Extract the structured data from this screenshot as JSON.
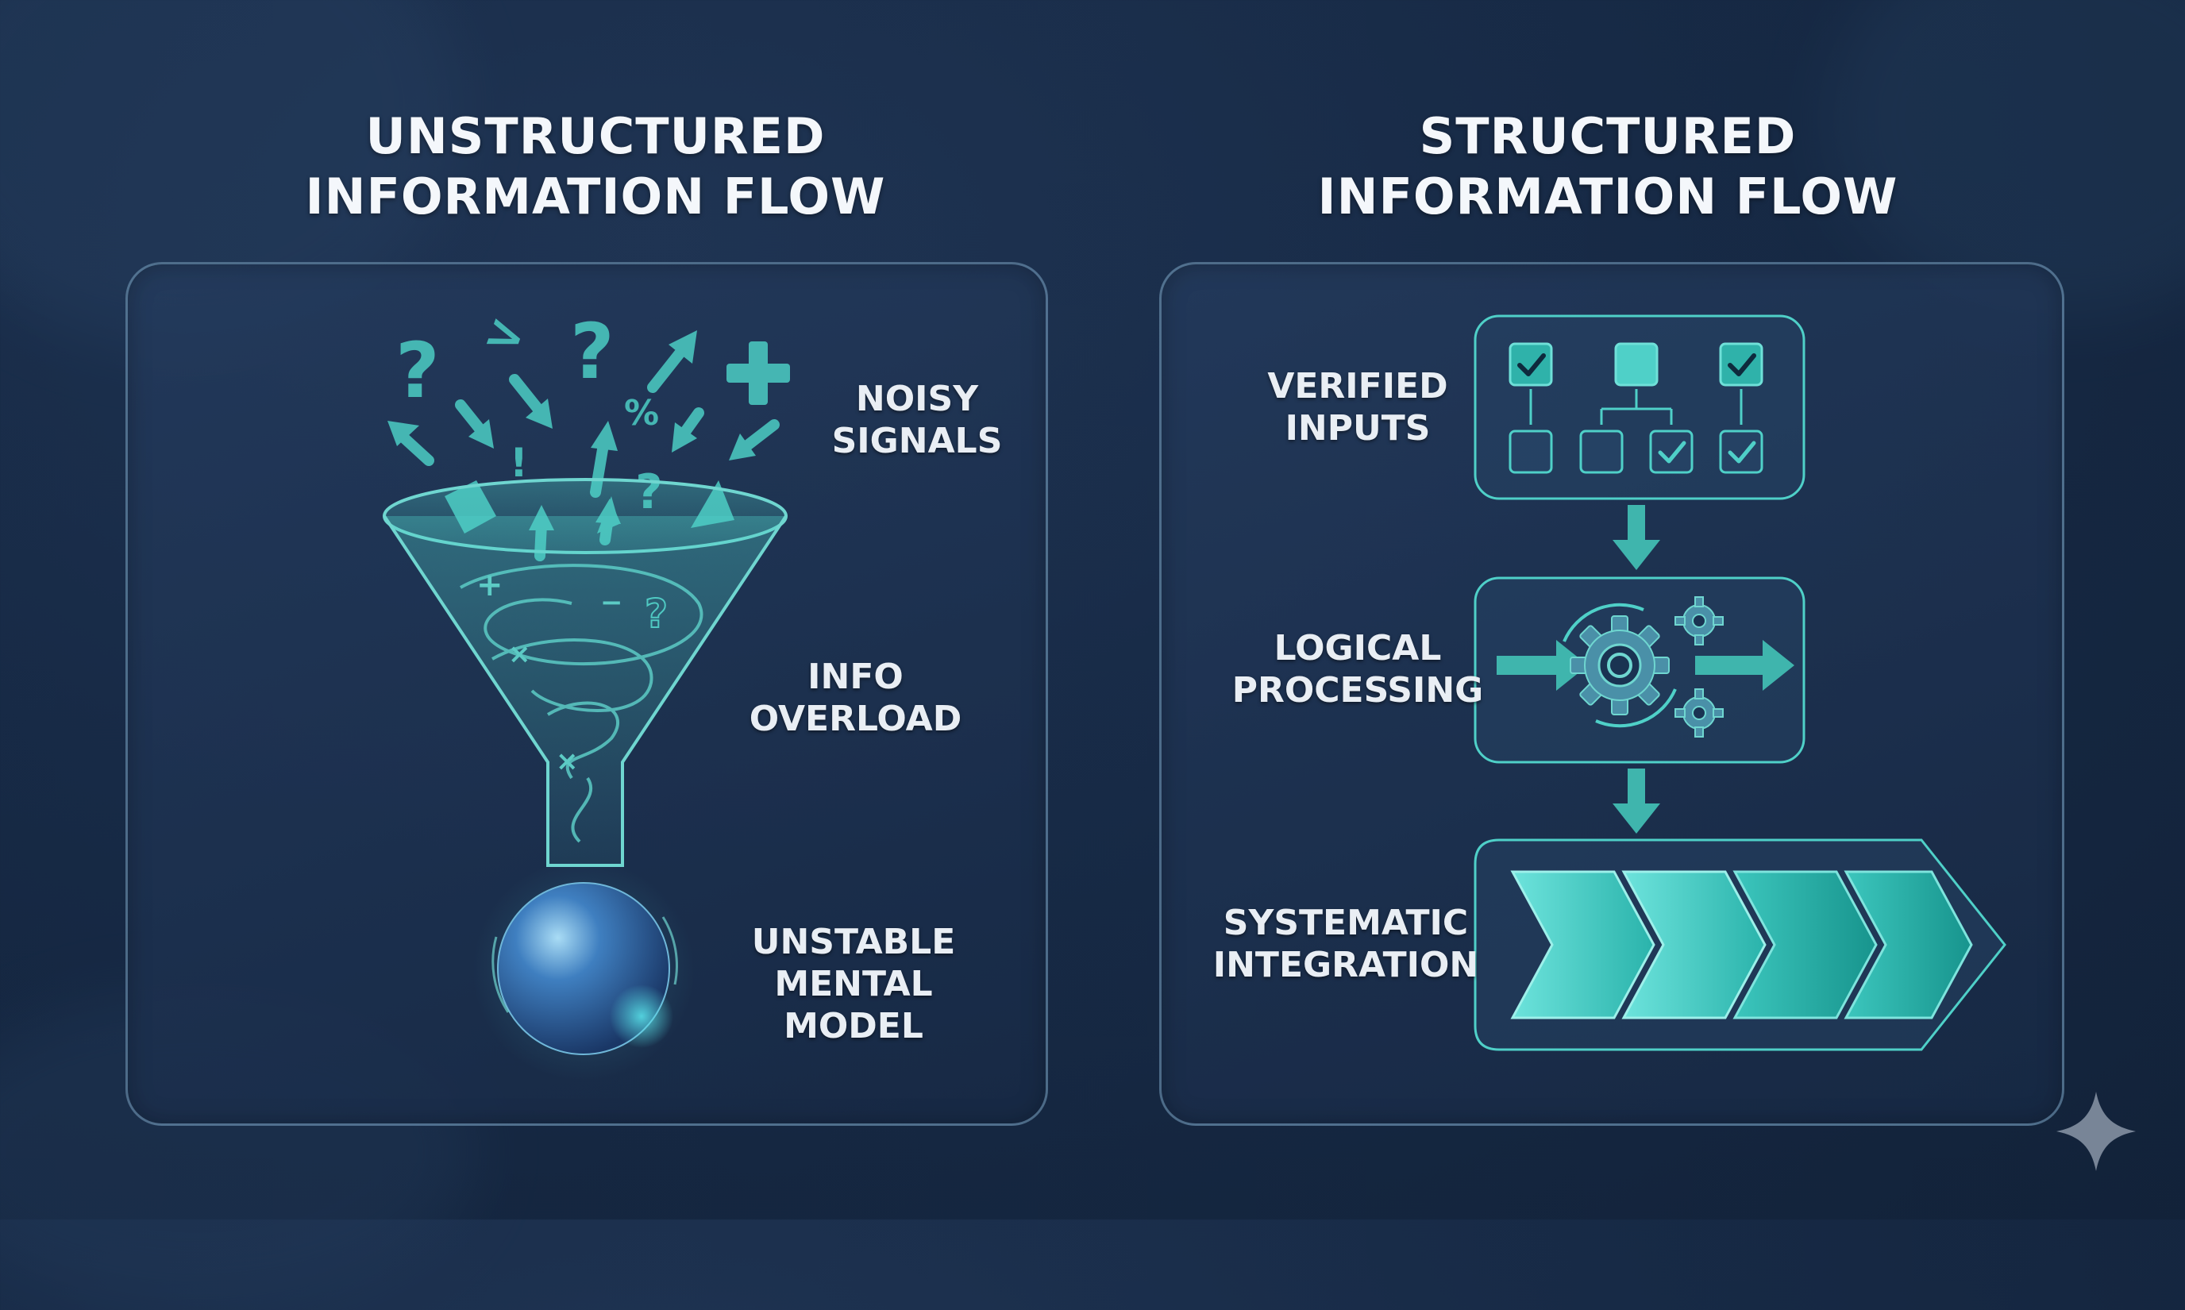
{
  "left": {
    "title_line1": "UNSTRUCTURED",
    "title_line2": "INFORMATION FLOW",
    "labels": {
      "noisy_signals": [
        "NOISY",
        "SIGNALS"
      ],
      "info_overload": [
        "INFO",
        "OVERLOAD"
      ],
      "unstable_model": [
        "UNSTABLE",
        "MENTAL MODEL"
      ]
    },
    "icons": [
      "question-icon",
      "arrow-icon",
      "plus-icon",
      "percent-icon",
      "exclamation-icon",
      "funnel-icon",
      "sphere-icon"
    ]
  },
  "right": {
    "title_line1": "STRUCTURED",
    "title_line2": "INFORMATION FLOW",
    "labels": {
      "verified_inputs": [
        "VERIFIED",
        "INPUTS"
      ],
      "logical_processing": [
        "LOGICAL",
        "PROCESSING"
      ],
      "systematic_integration": [
        "SYSTEMATIC",
        "INTEGRATION"
      ]
    },
    "icons": [
      "checkbox-icon",
      "hierarchy-icon",
      "gear-icon",
      "chevron-arrow-icon",
      "down-arrow-icon"
    ]
  },
  "colors": {
    "background": "#172a46",
    "accent_teal": "#4fd0c8",
    "teal_dark": "#1f9e97",
    "panel_border": "#7aa0be",
    "text": "#ffffff"
  }
}
